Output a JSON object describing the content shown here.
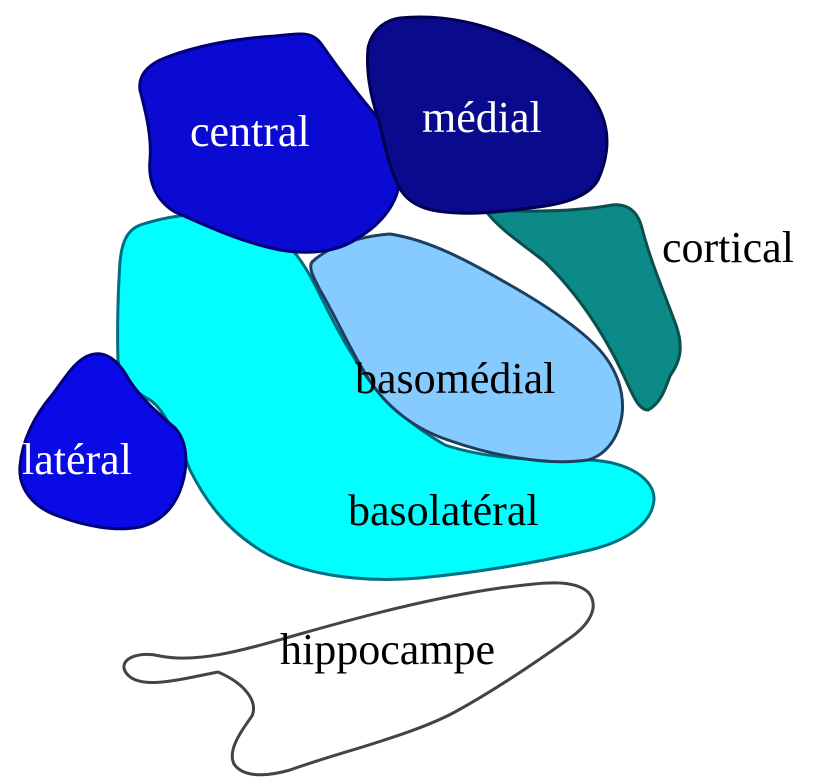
{
  "regions": [
    {
      "id": "central",
      "label": "central",
      "fill": "#0a0ad2",
      "stroke": "#00007a"
    },
    {
      "id": "medial",
      "label": "médial",
      "fill": "#0a0a8c",
      "stroke": "#000050"
    },
    {
      "id": "cortical",
      "label": "cortical",
      "fill": "#0b8a87",
      "stroke": "#0a4f4d"
    },
    {
      "id": "basomedial",
      "label": "basomédial",
      "fill": "#86cbff",
      "stroke": "#1c3f60"
    },
    {
      "id": "basolateral",
      "label": "basolatéral",
      "fill": "#00ffff",
      "stroke": "#006f82"
    },
    {
      "id": "lateral",
      "label": "latéral",
      "fill": "#0a0ae6",
      "stroke": "#00007a"
    },
    {
      "id": "hippocampe",
      "label": "hippocampe",
      "fill": "#ffffff",
      "stroke": "#444444"
    }
  ]
}
